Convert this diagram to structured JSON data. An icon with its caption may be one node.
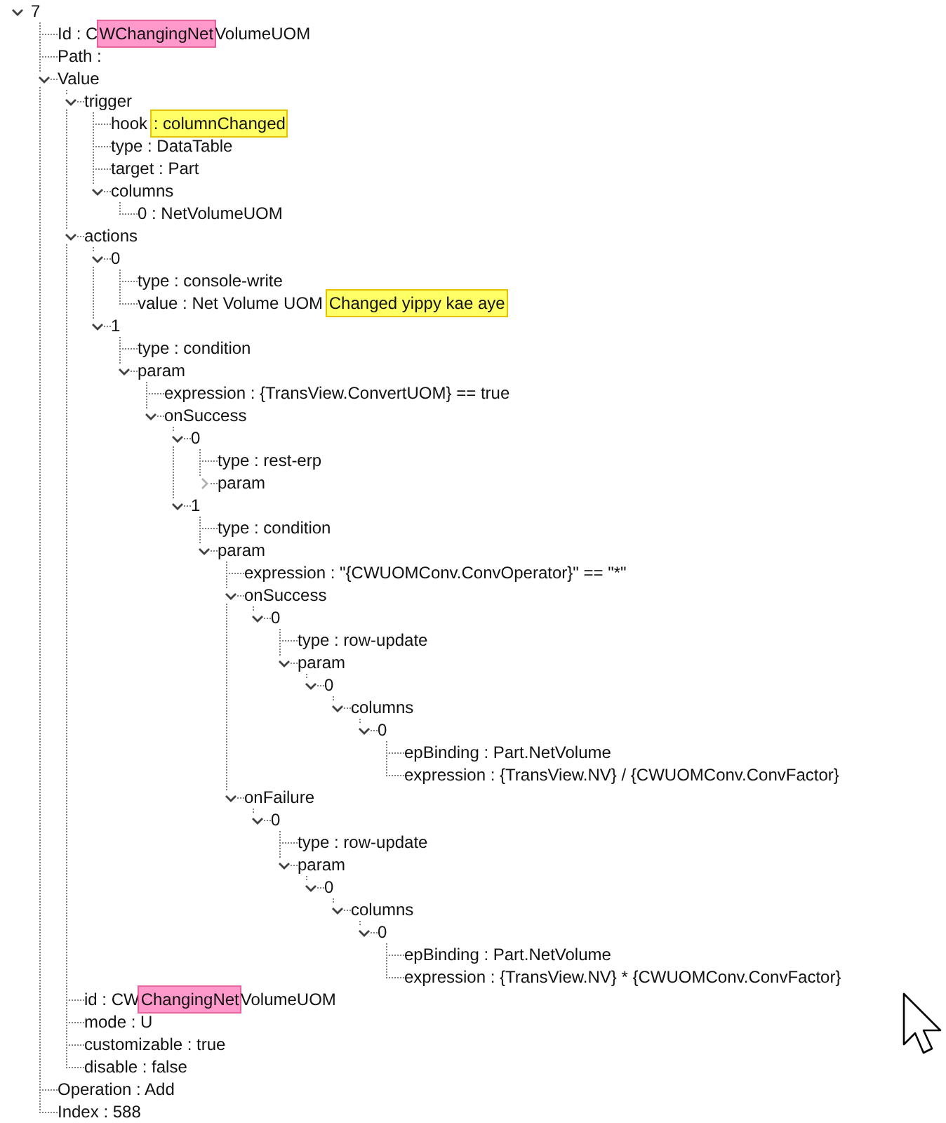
{
  "diagram": {
    "nodes": [
      {
        "text": [
          "7"
        ]
      },
      {
        "text": [
          "Id : CWChangingNetVolumeUOM"
        ]
      },
      {
        "text": [
          "Path :"
        ]
      },
      {
        "text": [
          "Value"
        ]
      },
      {
        "text": [
          "trigger"
        ]
      },
      {
        "text": [
          "hook : columnChanged"
        ]
      },
      {
        "text": [
          "type : DataTable"
        ]
      },
      {
        "text": [
          "target : Part"
        ]
      },
      {
        "text": [
          "columns"
        ]
      },
      {
        "text": [
          "0 : NetVolumeUOM"
        ]
      },
      {
        "text": [
          "actions"
        ]
      },
      {
        "text": [
          "0"
        ]
      },
      {
        "text": [
          "type : console-write"
        ]
      },
      {
        "text": [
          "value : Net Volume UOM Changed yippy kae aye"
        ]
      },
      {
        "text": [
          "1"
        ]
      },
      {
        "text": [
          "type : condition"
        ]
      },
      {
        "text": [
          "param"
        ]
      },
      {
        "text": [
          "expression : {TransView.ConvertUOM} == true"
        ]
      },
      {
        "text": [
          "onSuccess"
        ]
      },
      {
        "text": [
          "0"
        ]
      },
      {
        "text": [
          "type : rest-erp"
        ]
      },
      {
        "text": [
          "param"
        ]
      },
      {
        "text": [
          "1"
        ]
      },
      {
        "text": [
          "type : condition"
        ]
      },
      {
        "text": [
          "param"
        ]
      },
      {
        "text": [
          "expression : \"{CWUOMConv.ConvOperator}\" == \"*\""
        ]
      },
      {
        "text": [
          "onSuccess"
        ]
      },
      {
        "text": [
          "0"
        ]
      },
      {
        "text": [
          "type : row-update"
        ]
      },
      {
        "text": [
          "param"
        ]
      },
      {
        "text": [
          "0"
        ]
      },
      {
        "text": [
          "columns"
        ]
      },
      {
        "text": [
          "0"
        ]
      },
      {
        "text": [
          "epBinding : Part.NetVolume"
        ]
      },
      {
        "text": [
          "expression : {TransView.NV} / {CWUOMConv.ConvFactor}"
        ]
      },
      {
        "text": [
          "onFailure"
        ]
      },
      {
        "text": [
          "0"
        ]
      },
      {
        "text": [
          "type : row-update"
        ]
      },
      {
        "text": [
          "param"
        ]
      },
      {
        "text": [
          "0"
        ]
      },
      {
        "text": [
          "columns"
        ]
      },
      {
        "text": [
          "0"
        ]
      },
      {
        "text": [
          "epBinding : Part.NetVolume"
        ]
      },
      {
        "text": [
          "expression : {TransView.NV} * {CWUOMConv.ConvFactor}"
        ]
      },
      {
        "text": [
          "id : CWChangingNetVolumeUOM"
        ]
      },
      {
        "text": [
          "mode : U"
        ]
      },
      {
        "text": [
          "customizable : true"
        ]
      },
      {
        "text": [
          "disable : false"
        ]
      },
      {
        "text": [
          "Operation : Add"
        ]
      },
      {
        "text": [
          "Index : 588"
        ]
      }
    ],
    "edges": [
      {
        "from": 0,
        "to": 1,
        "arrow": "none"
      },
      {
        "from": 0,
        "to": 2,
        "arrow": "none"
      },
      {
        "from": 0,
        "to": 3,
        "arrow": "none"
      },
      {
        "from": 3,
        "to": 4,
        "arrow": "none"
      },
      {
        "from": 4,
        "to": 5,
        "arrow": "none"
      },
      {
        "from": 4,
        "to": 6,
        "arrow": "none"
      },
      {
        "from": 4,
        "to": 7,
        "arrow": "none"
      },
      {
        "from": 4,
        "to": 8,
        "arrow": "none"
      },
      {
        "from": 8,
        "to": 9,
        "arrow": "none"
      },
      {
        "from": 3,
        "to": 10,
        "arrow": "none"
      },
      {
        "from": 10,
        "to": 11,
        "arrow": "none"
      },
      {
        "from": 11,
        "to": 12,
        "arrow": "none"
      },
      {
        "from": 11,
        "to": 13,
        "arrow": "none"
      },
      {
        "from": 10,
        "to": 14,
        "arrow": "none"
      },
      {
        "from": 14,
        "to": 15,
        "arrow": "none"
      },
      {
        "from": 14,
        "to": 16,
        "arrow": "none"
      },
      {
        "from": 16,
        "to": 17,
        "arrow": "none"
      },
      {
        "from": 16,
        "to": 18,
        "arrow": "none"
      },
      {
        "from": 18,
        "to": 19,
        "arrow": "none"
      },
      {
        "from": 19,
        "to": 20,
        "arrow": "none"
      },
      {
        "from": 19,
        "to": 21,
        "arrow": "none"
      },
      {
        "from": 18,
        "to": 22,
        "arrow": "none"
      },
      {
        "from": 22,
        "to": 23,
        "arrow": "none"
      },
      {
        "from": 22,
        "to": 24,
        "arrow": "none"
      },
      {
        "from": 24,
        "to": 25,
        "arrow": "none"
      },
      {
        "from": 24,
        "to": 26,
        "arrow": "none"
      },
      {
        "from": 26,
        "to": 27,
        "arrow": "none"
      },
      {
        "from": 27,
        "to": 28,
        "arrow": "none"
      },
      {
        "from": 27,
        "to": 29,
        "arrow": "none"
      },
      {
        "from": 29,
        "to": 30,
        "arrow": "none"
      },
      {
        "from": 30,
        "to": 31,
        "arrow": "none"
      },
      {
        "from": 31,
        "to": 32,
        "arrow": "none"
      },
      {
        "from": 32,
        "to": 33,
        "arrow": "none"
      },
      {
        "from": 32,
        "to": 34,
        "arrow": "none"
      },
      {
        "from": 24,
        "to": 35,
        "arrow": "none"
      },
      {
        "from": 35,
        "to": 36,
        "arrow": "none"
      },
      {
        "from": 36,
        "to": 37,
        "arrow": "none"
      },
      {
        "from": 36,
        "to": 38,
        "arrow": "none"
      },
      {
        "from": 38,
        "to": 39,
        "arrow": "none"
      },
      {
        "from": 39,
        "to": 40,
        "arrow": "none"
      },
      {
        "from": 40,
        "to": 41,
        "arrow": "none"
      },
      {
        "from": 41,
        "to": 42,
        "arrow": "none"
      },
      {
        "from": 41,
        "to": 43,
        "arrow": "none"
      },
      {
        "from": 3,
        "to": 44,
        "arrow": "none"
      },
      {
        "from": 3,
        "to": 45,
        "arrow": "none"
      },
      {
        "from": 3,
        "to": 46,
        "arrow": "none"
      },
      {
        "from": 3,
        "to": 47,
        "arrow": "none"
      },
      {
        "from": 0,
        "to": 48,
        "arrow": "none"
      },
      {
        "from": 0,
        "to": 49,
        "arrow": "none"
      }
    ]
  }
}
